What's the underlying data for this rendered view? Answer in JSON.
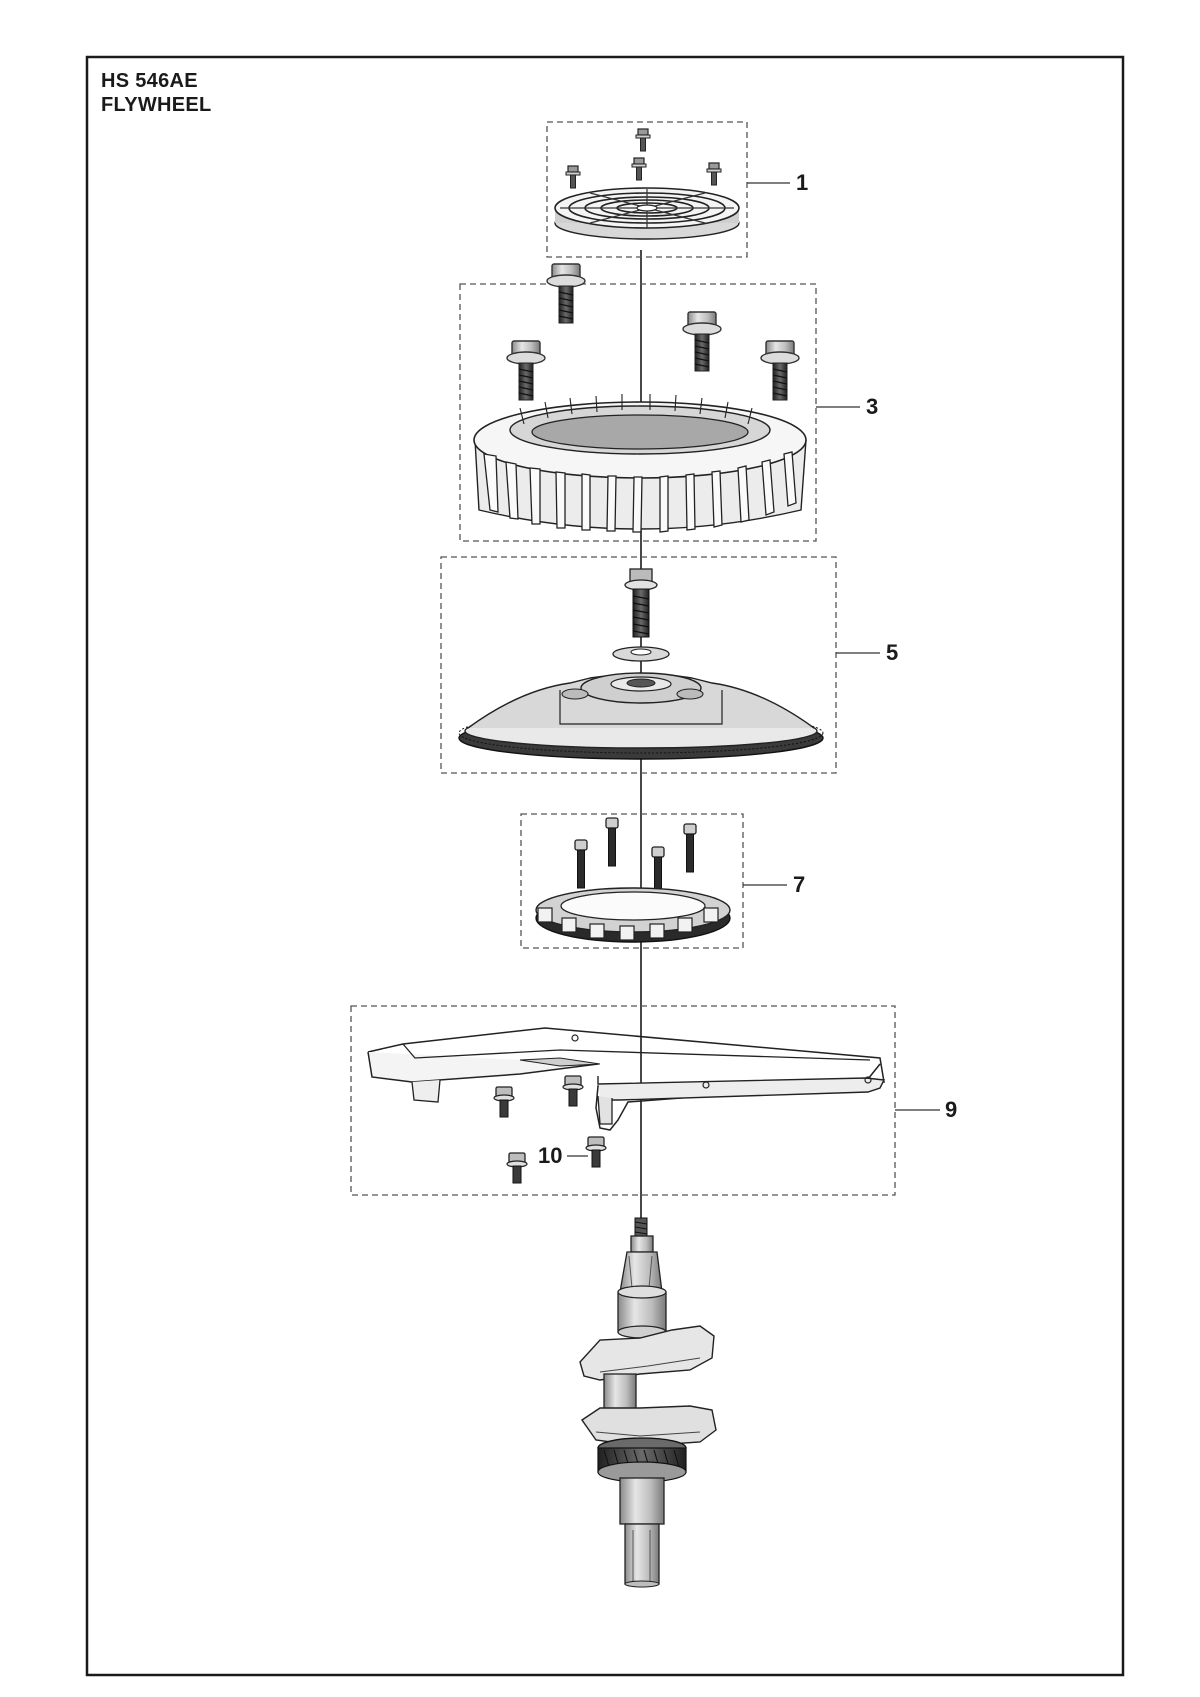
{
  "header": {
    "model": "HS 546AE",
    "section": "FLYWHEEL"
  },
  "callouts": {
    "c1": "1",
    "c3": "3",
    "c5": "5",
    "c7": "7",
    "c9": "9",
    "c10": "10"
  }
}
